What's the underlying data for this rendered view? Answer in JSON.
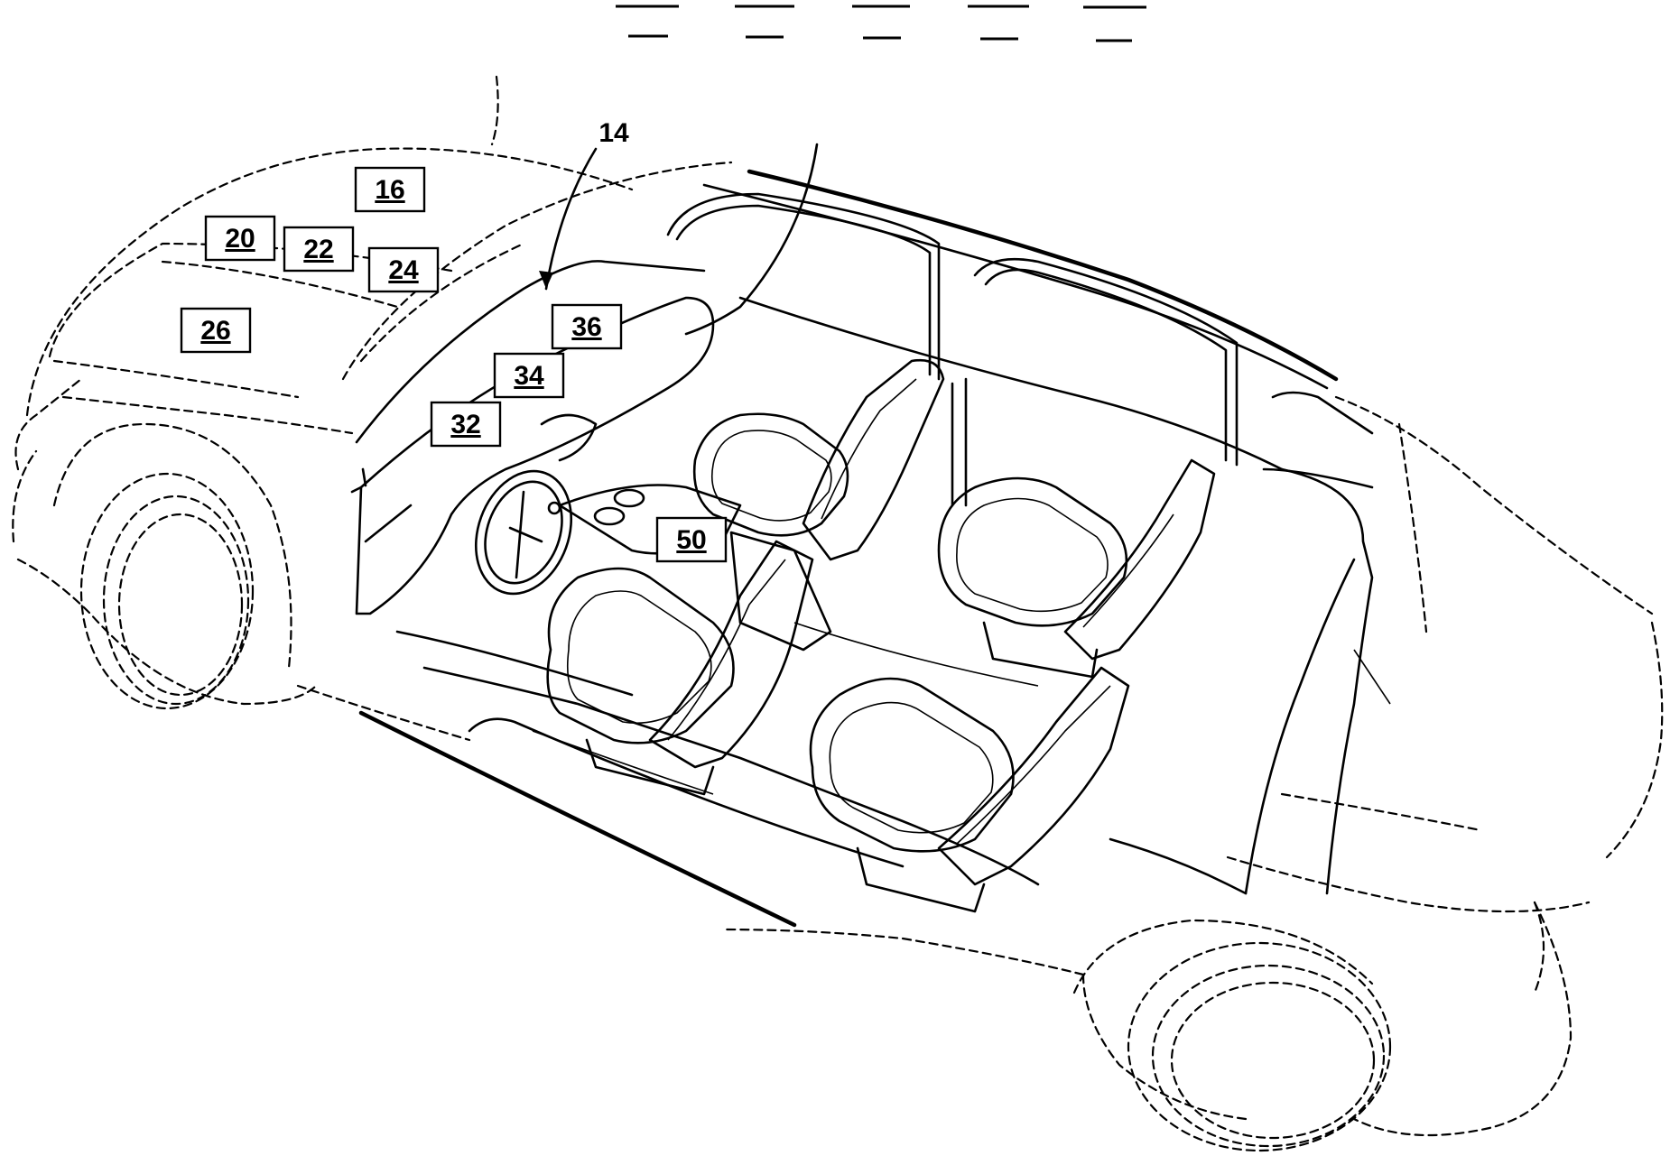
{
  "figure": {
    "lead_label": "14",
    "reference_labels": {
      "r16": "16",
      "r20": "20",
      "r22": "22",
      "r24": "24",
      "r26": "26",
      "r32": "32",
      "r34": "34",
      "r36": "36",
      "r50": "50"
    }
  }
}
